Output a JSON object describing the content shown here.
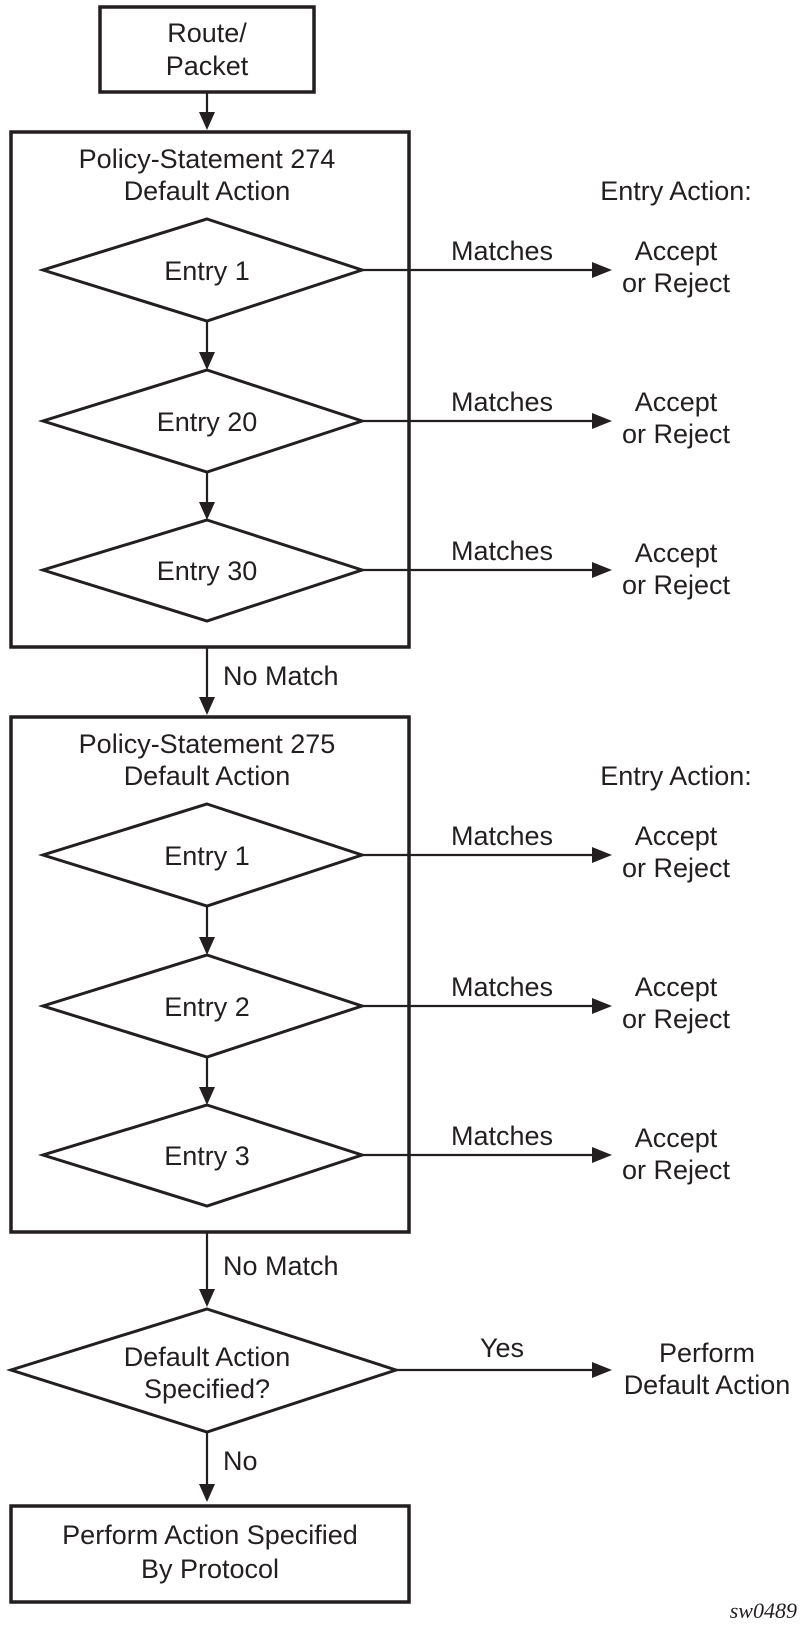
{
  "start": {
    "line1": "Route/",
    "line2": "Packet"
  },
  "policies": [
    {
      "title_line1": "Policy-Statement 274",
      "title_line2": "Default Action",
      "entry_action_heading": "Entry Action:",
      "entries": [
        {
          "label": "Entry 1",
          "edge_label": "Matches",
          "action_line1": "Accept",
          "action_line2": "or Reject"
        },
        {
          "label": "Entry 20",
          "edge_label": "Matches",
          "action_line1": "Accept",
          "action_line2": "or Reject"
        },
        {
          "label": "Entry 30",
          "edge_label": "Matches",
          "action_line1": "Accept",
          "action_line2": "or Reject"
        }
      ],
      "exit_label": "No Match"
    },
    {
      "title_line1": "Policy-Statement 275",
      "title_line2": "Default Action",
      "entry_action_heading": "Entry Action:",
      "entries": [
        {
          "label": "Entry 1",
          "edge_label": "Matches",
          "action_line1": "Accept",
          "action_line2": "or Reject"
        },
        {
          "label": "Entry 2",
          "edge_label": "Matches",
          "action_line1": "Accept",
          "action_line2": "or Reject"
        },
        {
          "label": "Entry 3",
          "edge_label": "Matches",
          "action_line1": "Accept",
          "action_line2": "or Reject"
        }
      ],
      "exit_label": "No Match"
    }
  ],
  "decision": {
    "line1": "Default Action",
    "line2": "Specified?",
    "yes_label": "Yes",
    "yes_action_line1": "Perform",
    "yes_action_line2": "Default Action",
    "no_label": "No"
  },
  "end": {
    "line1": "Perform Action Specified",
    "line2": "By Protocol"
  },
  "figure_id": "sw0489"
}
